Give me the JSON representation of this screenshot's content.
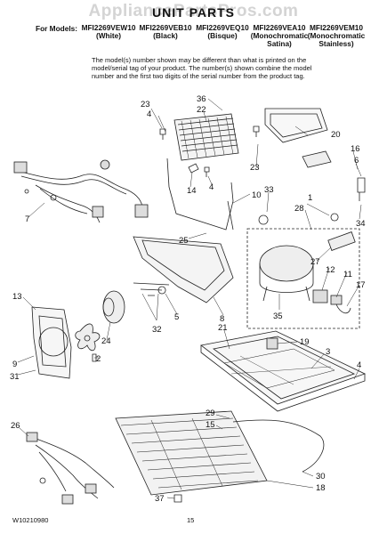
{
  "watermark": "AppliancePartsPros.com",
  "title": "UNIT PARTS",
  "models_prefix": "For Models:",
  "models": [
    {
      "model": "MFI2269VEW10",
      "color": "(White)"
    },
    {
      "model": "MFI2269VEB10",
      "color": "(Black)"
    },
    {
      "model": "MFI2269VEQ10",
      "color": "(Bisque)"
    },
    {
      "model": "MFI2269VEA10",
      "color": "(Monochromatic",
      "color2": "Satina)"
    },
    {
      "model": "MFI2269VEM10",
      "color": "(Monochromatic",
      "color2": "Stainless)"
    }
  ],
  "note": "The model(s) number shown may be different than what is printed on the model/serial tag of your product. The number(s) shown combine the model number and the first two digits of the serial number from the product tag.",
  "callouts": [
    "36",
    "23",
    "4",
    "22",
    "20",
    "16",
    "6",
    "7",
    "14",
    "4",
    "23",
    "10",
    "33",
    "1",
    "28",
    "34",
    "25",
    "27",
    "12",
    "11",
    "17",
    "13",
    "5",
    "32",
    "8",
    "35",
    "21",
    "19",
    "3",
    "9",
    "31",
    "2",
    "24",
    "4",
    "29",
    "15",
    "26",
    "30",
    "18",
    "37"
  ],
  "footer": {
    "doc_number": "W10210980",
    "page_number": "15"
  }
}
